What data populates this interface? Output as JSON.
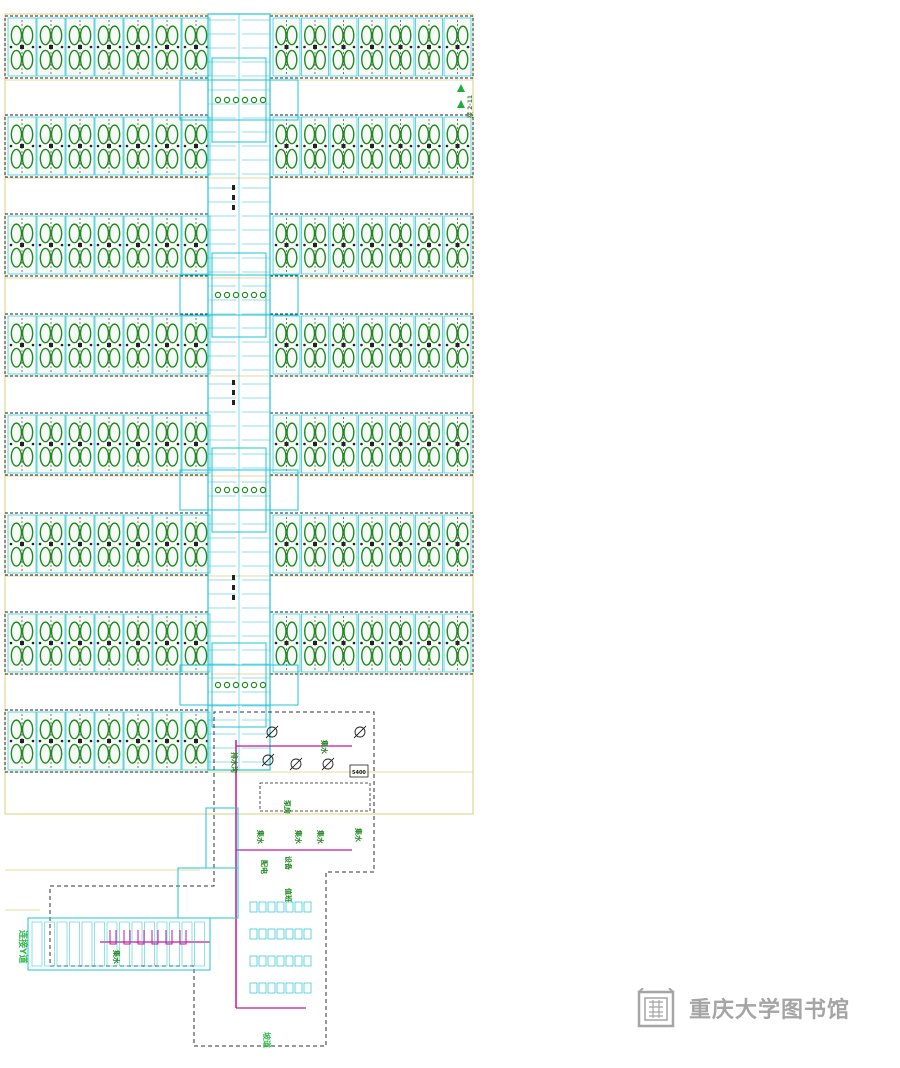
{
  "drawing": {
    "labels": {
      "top_right_note": "接 2-11",
      "pump_area": "泵房",
      "hatch_a": "集水",
      "hatch_b": "集水",
      "hatch_c": "集水",
      "hatch_d": "集水",
      "trench_note": "排水沟",
      "room_a": "配电",
      "room_b": "设备",
      "room_c": "值班",
      "tag_5400": "5400",
      "west_label": "连接Y道",
      "lower_left_tag": "集水",
      "bottom_label": "坡道"
    },
    "colors": {
      "cyan": "#22c4d4",
      "green": "#1f8a1f",
      "magenta": "#c0199a",
      "yellow_line": "#d8d27a",
      "dark": "#222222",
      "dash": "#333333"
    }
  },
  "watermark": {
    "text": "重庆大学图书馆"
  }
}
